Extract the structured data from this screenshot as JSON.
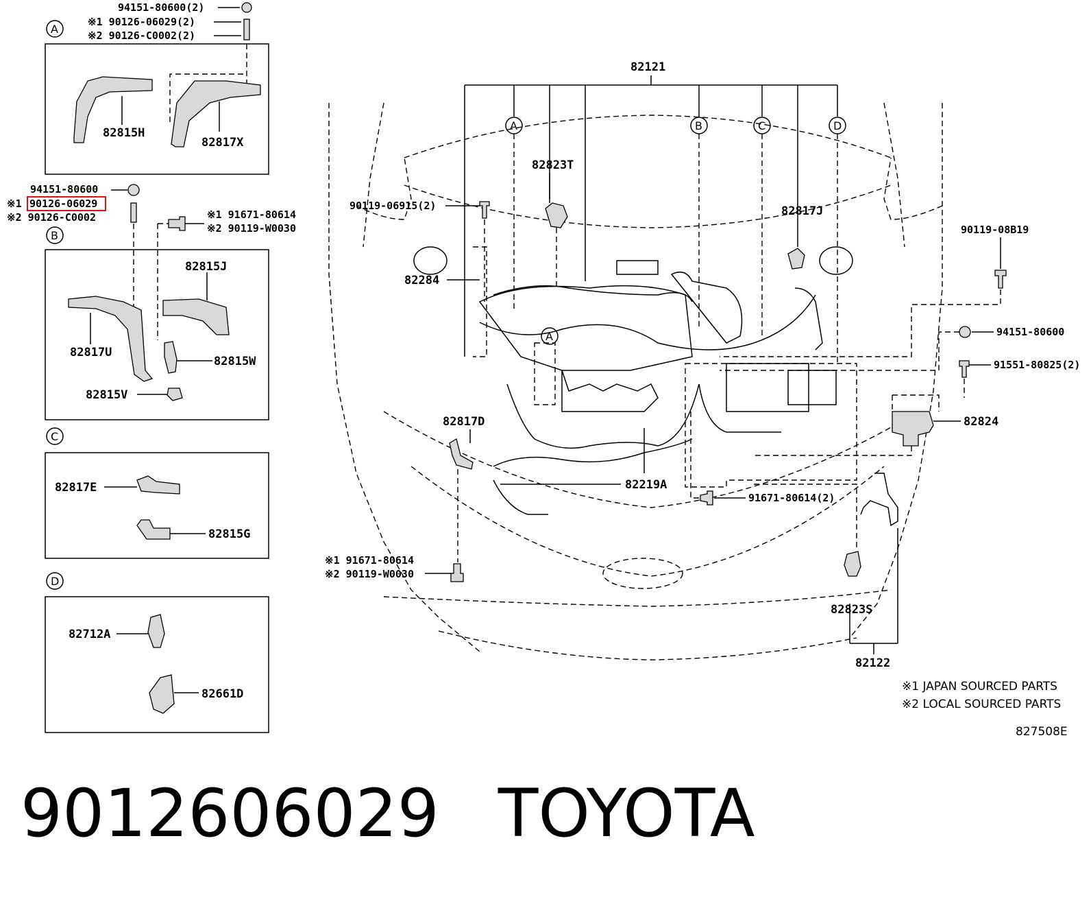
{
  "diagram": {
    "sections": {
      "a": "A",
      "b": "B",
      "c": "C",
      "d": "D"
    },
    "labels": {
      "a_nut": "94151-80600(2)",
      "a_stud1": "※1 90126-06029(2)",
      "a_stud2": "※2 90126-C0002(2)",
      "p82815H": "82815H",
      "p82817X": "82817X",
      "b_nut": "94151-80600",
      "b_mark1": "※1",
      "b_stud1": "90126-06029",
      "b_stud2": "※2 90126-C0002",
      "b_bolt1": "※1 91671-80614",
      "b_bolt2": "※2 90119-W0030",
      "p82815J": "82815J",
      "p82817U": "82817U",
      "p82815W": "82815W",
      "p82815V": "82815V",
      "p82817E": "82817E",
      "p82815G": "82815G",
      "p82712A": "82712A",
      "p82661D": "82661D",
      "p82121": "82121",
      "p82823T": "82823T",
      "bolt_90119_06915": "90119-06915(2)",
      "p82817J": "82817J",
      "bolt_90119_08B19": "90119-08B19",
      "p82284": "82284",
      "nut_94151": "94151-80600",
      "bolt_91551": "91551-80825(2)",
      "p82824": "82824",
      "p82817D": "82817D",
      "p82219A": "82219A",
      "bolt_91671_2": "91671-80614(2)",
      "low_bolt1": "※1 91671-80614",
      "low_bolt2": "※2 90119-W0030",
      "p82823S": "82823S",
      "p82122": "82122",
      "note_japan": "※1 JAPAN SOURCED PARTS",
      "note_local": "※2 LOCAL SOURCED PARTS",
      "illus_code": "827508E",
      "circle_a": "A"
    }
  },
  "footer": {
    "part_number": "9012606029",
    "brand": "TOYOTA"
  },
  "colors": {
    "line": "#000000",
    "highlight": "#e01010",
    "fill": "#d9d9d9"
  }
}
